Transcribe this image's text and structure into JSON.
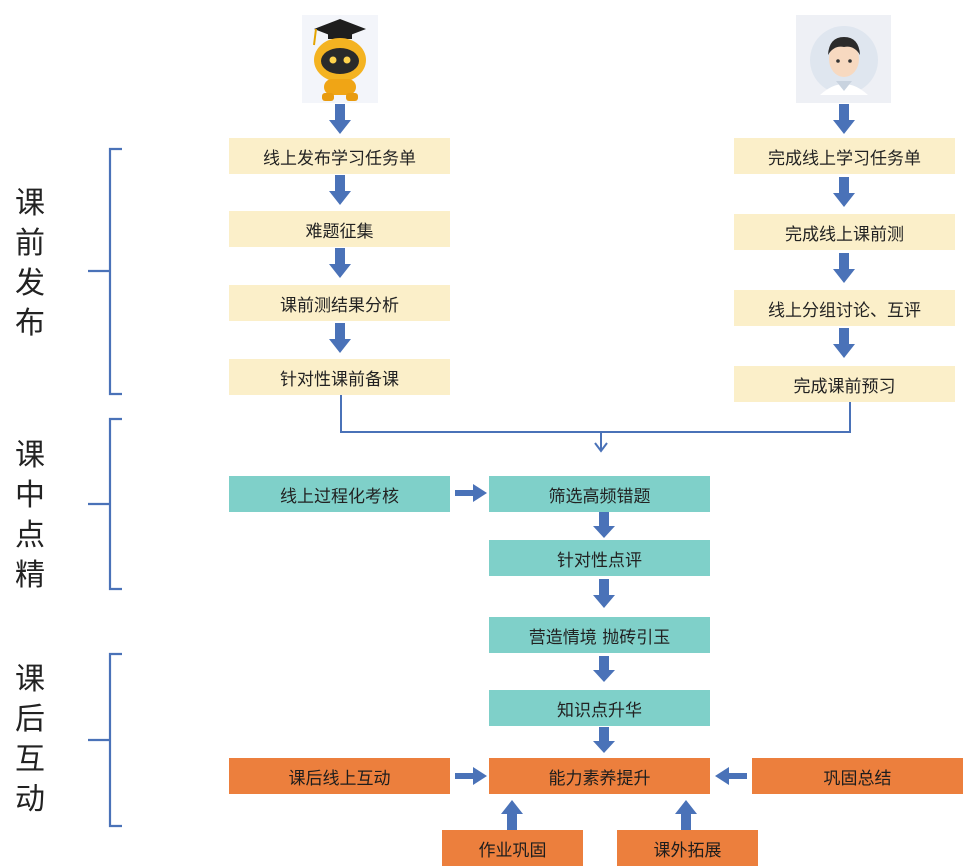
{
  "phases": [
    {
      "chars": [
        "课",
        "前",
        "发",
        "布"
      ]
    },
    {
      "chars": [
        "课",
        "中",
        "点",
        "精"
      ]
    },
    {
      "chars": [
        "课",
        "后",
        "互",
        "动"
      ]
    }
  ],
  "teacher_steps": [
    "线上发布学习任务单",
    "难题征集",
    "课前测结果分析",
    "针对性课前备课"
  ],
  "student_steps": [
    "完成线上学习任务单",
    "完成线上课前测",
    "线上分组讨论、互评",
    "完成课前预习"
  ],
  "in_class": {
    "online_check": "线上过程化考核",
    "steps": [
      "筛选高频错题",
      "针对性点评",
      "营造情境 抛砖引玉",
      "知识点升华"
    ]
  },
  "after_class": {
    "center": "能力素养提升",
    "left": "课后线上互动",
    "right": "巩固总结",
    "bottom_left": "作业巩固",
    "bottom_right": "课外拓展"
  },
  "colors": {
    "cream": "#fbefc9",
    "teal": "#7fd0c9",
    "orange": "#ec7f3d",
    "arrow": "#4a72b8"
  },
  "icons": {
    "teacher": "robot-graduate-icon",
    "student": "student-avatar-icon"
  }
}
